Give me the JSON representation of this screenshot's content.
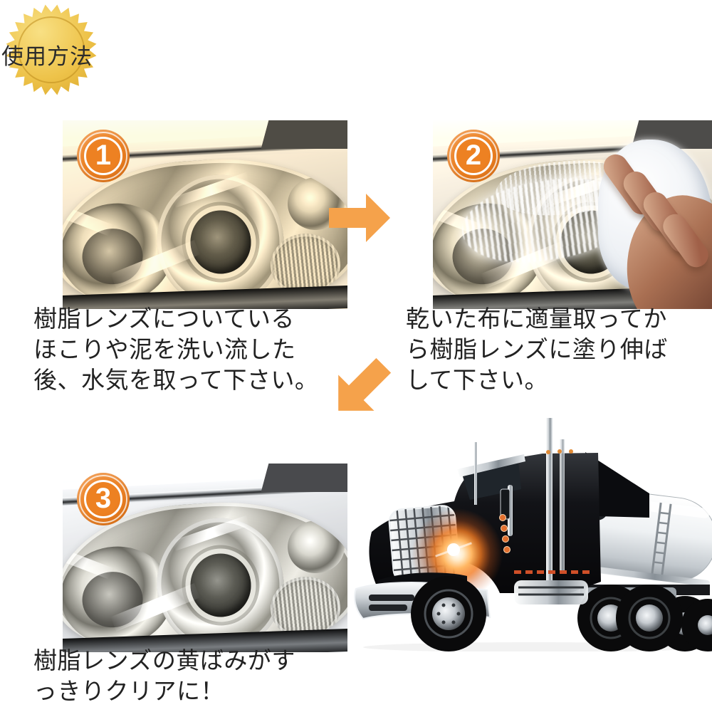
{
  "colors": {
    "background": "#FFFFFF",
    "accent_orange": "#F5A24B",
    "badge_orange": "#ED8122",
    "seal_gold": "#EEC34A",
    "text": "#222222"
  },
  "seal": {
    "label": "使用方法"
  },
  "steps": [
    {
      "number": "1",
      "lines": [
        "樹脂レンズについている",
        "ほこりや泥を洗い流した",
        "後、水気を取って下さい。"
      ]
    },
    {
      "number": "2",
      "lines": [
        "乾いた布に適量取ってか",
        "ら樹脂レンズに塗り伸ば",
        "して下さい。"
      ]
    },
    {
      "number": "3",
      "lines": [
        "樹脂レンズの黄ばみがす",
        "っきりクリアに！"
      ]
    }
  ],
  "icons": {
    "seal_shape": "starburst",
    "step_badge": "circled-number",
    "arrow_right": "block-arrow-right",
    "arrow_down_left": "block-arrow-down-left",
    "photo1": "yellowed-truck-headlight-photo",
    "photo2": "hand-wiping-headlight-with-cloth-photo",
    "photo3": "clear-truck-headlight-photo",
    "truck": "black-semi-truck-with-tanker-trailer"
  }
}
